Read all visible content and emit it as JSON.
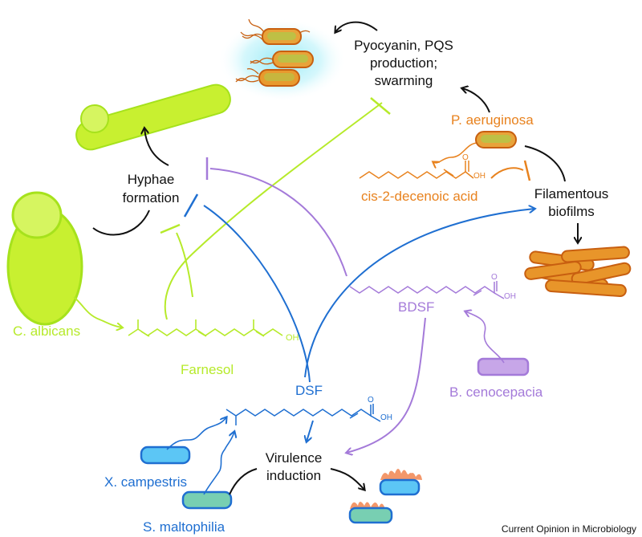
{
  "colors": {
    "candida": "#b6ea2a",
    "candida_dark": "#8dc71c",
    "pseudomonas": "#e8821e",
    "pseudomonas_dark": "#c85f10",
    "blue": "#1f6fd1",
    "blue_fill": "#5cc6f5",
    "purple": "#a47ad9",
    "purple_fill": "#c7a6e8",
    "teal": "#78cfb2",
    "black": "#111111",
    "glow": "#8ee8f5"
  },
  "labels": {
    "pyocyanin": [
      "Pyocyanin, PQS",
      "production;",
      "swarming"
    ],
    "p_aeruginosa": "P. aeruginosa",
    "hyphae": [
      "Hyphae",
      "formation"
    ],
    "filamentous": [
      "Filamentous",
      "biofilms"
    ],
    "cis_decenoic": "cis-2-decenoic acid",
    "c_albicans": "C. albicans",
    "farnesol": "Farnesol",
    "bdsf": "BDSF",
    "dsf": "DSF",
    "b_cenocepacia": "B. cenocepacia",
    "virulence": [
      "Virulence",
      "induction"
    ],
    "x_campestris": "X. campestris",
    "s_maltophilia": "S. maltophilia",
    "oh": "OH",
    "o": "O",
    "credit": "Current Opinion in Microbiology"
  },
  "icons": [
    "rod-bacteria-cluster",
    "hypha",
    "yeast-cell",
    "biofilm-rods",
    "flaming-bacteria"
  ]
}
